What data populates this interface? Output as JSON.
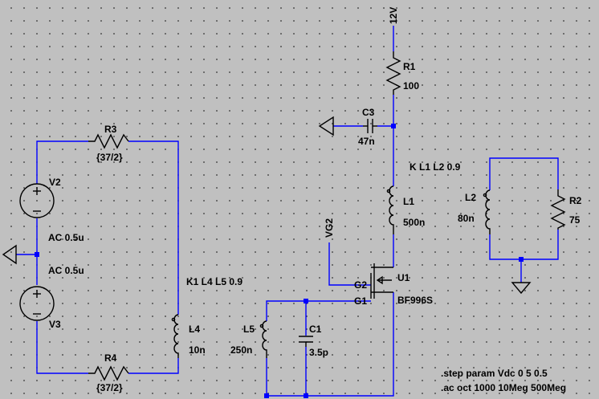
{
  "nets": {
    "vg2": "VG2",
    "vcc": "12V"
  },
  "components": {
    "r3": {
      "name": "R3",
      "value": "{37/2}"
    },
    "r4": {
      "name": "R4",
      "value": "{37/2}"
    },
    "v2": {
      "name": "V2",
      "value": "AC 0.5u"
    },
    "v3": {
      "name": "V3",
      "value": "AC 0.5u"
    },
    "l4": {
      "name": "L4",
      "value": "10n"
    },
    "l5": {
      "name": "L5",
      "value": "250n"
    },
    "c1": {
      "name": "C1",
      "value": "3.5p"
    },
    "r1": {
      "name": "R1",
      "value": "100"
    },
    "c3": {
      "name": "C3",
      "value": "47n"
    },
    "l1": {
      "name": "L1",
      "value": "500n"
    },
    "u1": {
      "name": "U1",
      "value": "BF996S",
      "pin_g2": "G2",
      "pin_g1": "G1"
    },
    "l2": {
      "name": "L2",
      "value": "80n"
    },
    "r2": {
      "name": "R2",
      "value": "75"
    }
  },
  "directives": {
    "k1_l4_l5": "K1 L4 L5 0.9",
    "k_l1_l2": "K L1 L2 0.9",
    "step": ".step param Vdc 0 5 0.5",
    "ac": ".ac oct 1000 10Meg 500Meg"
  }
}
